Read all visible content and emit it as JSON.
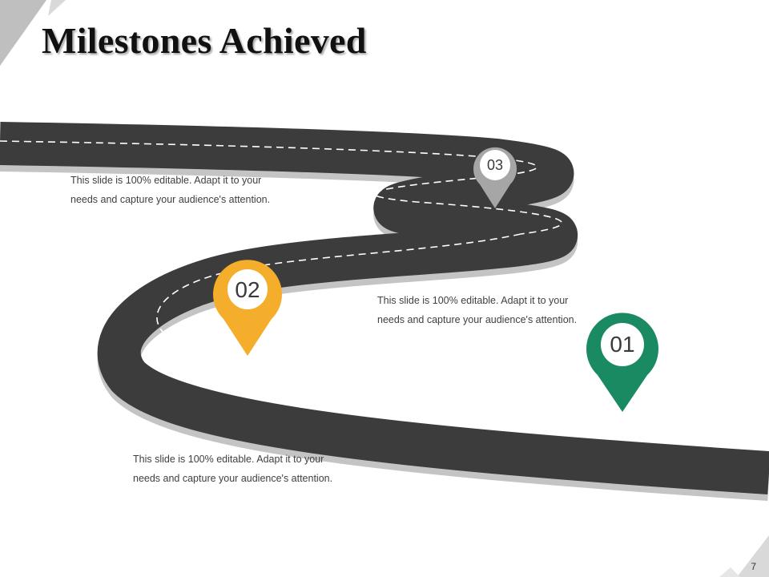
{
  "slide": {
    "title": "Milestones Achieved",
    "page_number": "7"
  },
  "milestones": [
    {
      "number": "01",
      "color": "#1a8a62",
      "icon": "map-pin-icon",
      "text_line1": "This slide is 100% editable. Adapt it to your",
      "text_line2": "needs and capture your audience's attention."
    },
    {
      "number": "02",
      "color": "#f5ae2b",
      "icon": "map-pin-icon",
      "text_line1": "This slide is 100% editable. Adapt it to your",
      "text_line2": "needs and capture your audience's attention."
    },
    {
      "number": "03",
      "color": "#a6a6a6",
      "icon": "map-pin-icon",
      "text_line1": "This slide is 100% editable. Adapt it to your",
      "text_line2": "needs and capture your audience's attention."
    }
  ],
  "colors": {
    "road": "#3c3c3c",
    "road_shadow": "#c4c4c4",
    "lane_marking": "#ffffff",
    "corner_accent": "#bfbfbf"
  }
}
